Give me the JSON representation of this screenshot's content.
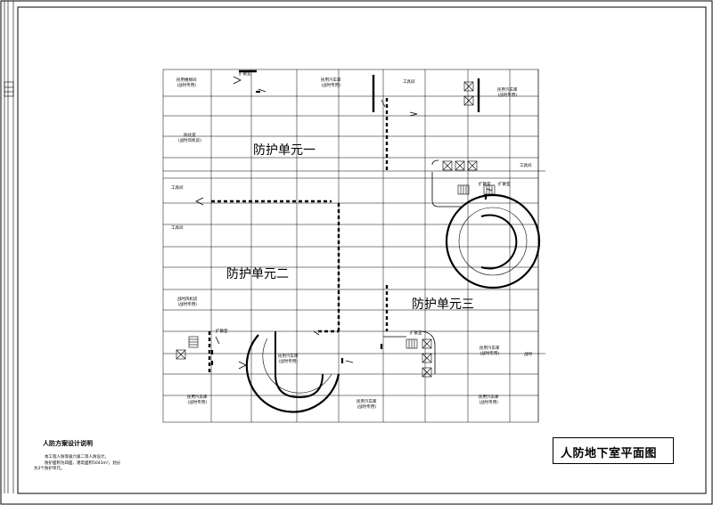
{
  "title": "人防地下室平面图",
  "units": [
    "防护单元一",
    "防护单元二",
    "防护单元三"
  ],
  "notes": {
    "heading": "人防方案设计说明",
    "lines": [
      "本工程人防等级六级二等人防设计。",
      "防护面积为四面，建筑面积5043m²，划分",
      "为3个防护单元。"
    ]
  },
  "rooms": [
    {
      "name": "民用楼梯间",
      "note": "(战时专用)"
    },
    {
      "name": "民用汽车库",
      "note": "(战时专用)"
    },
    {
      "name": "工具间",
      "note": ""
    },
    {
      "name": "民用汽车库",
      "note": "(战时专用)"
    },
    {
      "name": "防化室",
      "note": "(战时风机房)"
    },
    {
      "name": "工具间",
      "note": ""
    },
    {
      "name": "工具间",
      "note": ""
    },
    {
      "name": "工具间",
      "note": ""
    },
    {
      "name": "战时风机房",
      "note": "(战时专用)"
    },
    {
      "name": "民用汽车库",
      "note": "(战时专用)"
    },
    {
      "name": "民用汽车库",
      "note": "(战时专用)"
    },
    {
      "name": "民用汽车库",
      "note": "(战时专用)"
    },
    {
      "name": "民用汽车库",
      "note": "(战时专用)"
    },
    {
      "name": "民用汽车库",
      "note": "(战时专用)"
    },
    {
      "name": "扩散室",
      "note": ""
    },
    {
      "name": "扩散室",
      "note": ""
    },
    {
      "name": "扩散室",
      "note": ""
    },
    {
      "name": "扩散室",
      "note": ""
    },
    {
      "name": "扩散室",
      "note": ""
    },
    {
      "name": "战时",
      "note": ""
    }
  ]
}
